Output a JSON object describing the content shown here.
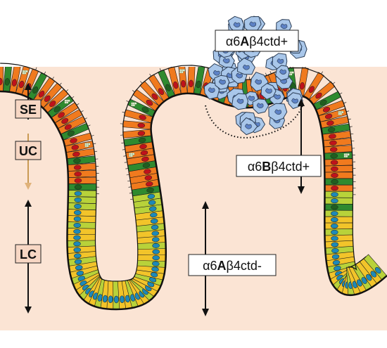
{
  "labels": {
    "se": "SE",
    "uc": "UC",
    "lc": "LC",
    "alpha_top": "α6Aβ4ctd+",
    "alpha_mid": "α6Bβ4ctd+",
    "alpha_bottom": "α6Aβ4ctd-"
  },
  "label_parts": {
    "top": [
      "α6",
      "A",
      "β4ctd+"
    ],
    "mid": [
      "α6",
      "B",
      "β4ctd+"
    ],
    "bottom": [
      "α6",
      "A",
      "β4ctd-"
    ]
  },
  "colors": {
    "background": "#fbe4d4",
    "surface_cell": "#f07a1e",
    "surface_nucleus": "#c0121a",
    "upper_cell": "#f07a1e",
    "lower_cell": "#f2c42a",
    "lower_cell_alt": "#b8d23a",
    "lower_nucleus": "#1d89b8",
    "green_cell": "#2f8a2f",
    "tumor_cell": "#a9c7ea",
    "tumor_nucleus": "#5d82c6",
    "outline": "#1a1a1a"
  }
}
